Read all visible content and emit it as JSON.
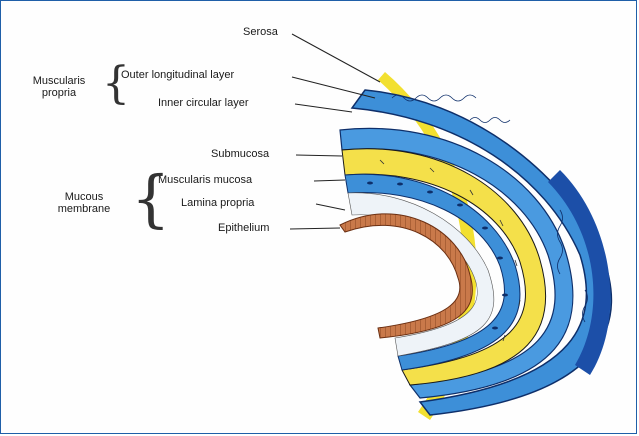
{
  "labels": {
    "serosa": "Serosa",
    "outer_longitudinal": "Outer longitudinal layer",
    "inner_circular": "Inner circular layer",
    "submucosa": "Submucosa",
    "muscularis_mucosa": "Muscularis mucosa",
    "lamina_propria": "Lamina propria",
    "epithelium": "Epithelium"
  },
  "groups": {
    "muscularis_propria_line1": "Muscularis",
    "muscularis_propria_line2": "propria",
    "mucous_membrane_line1": "Mucous",
    "mucous_membrane_line2": "membrane"
  },
  "colors": {
    "serosa": "#f2e030",
    "muscle_blue": "#3d8fd8",
    "deep_blue": "#1c4fa8",
    "submucosa_yellow": "#f4e04a",
    "lamina": "#eef3f8",
    "epithelium": "#c9794a",
    "frame": "#1f5fa8"
  }
}
